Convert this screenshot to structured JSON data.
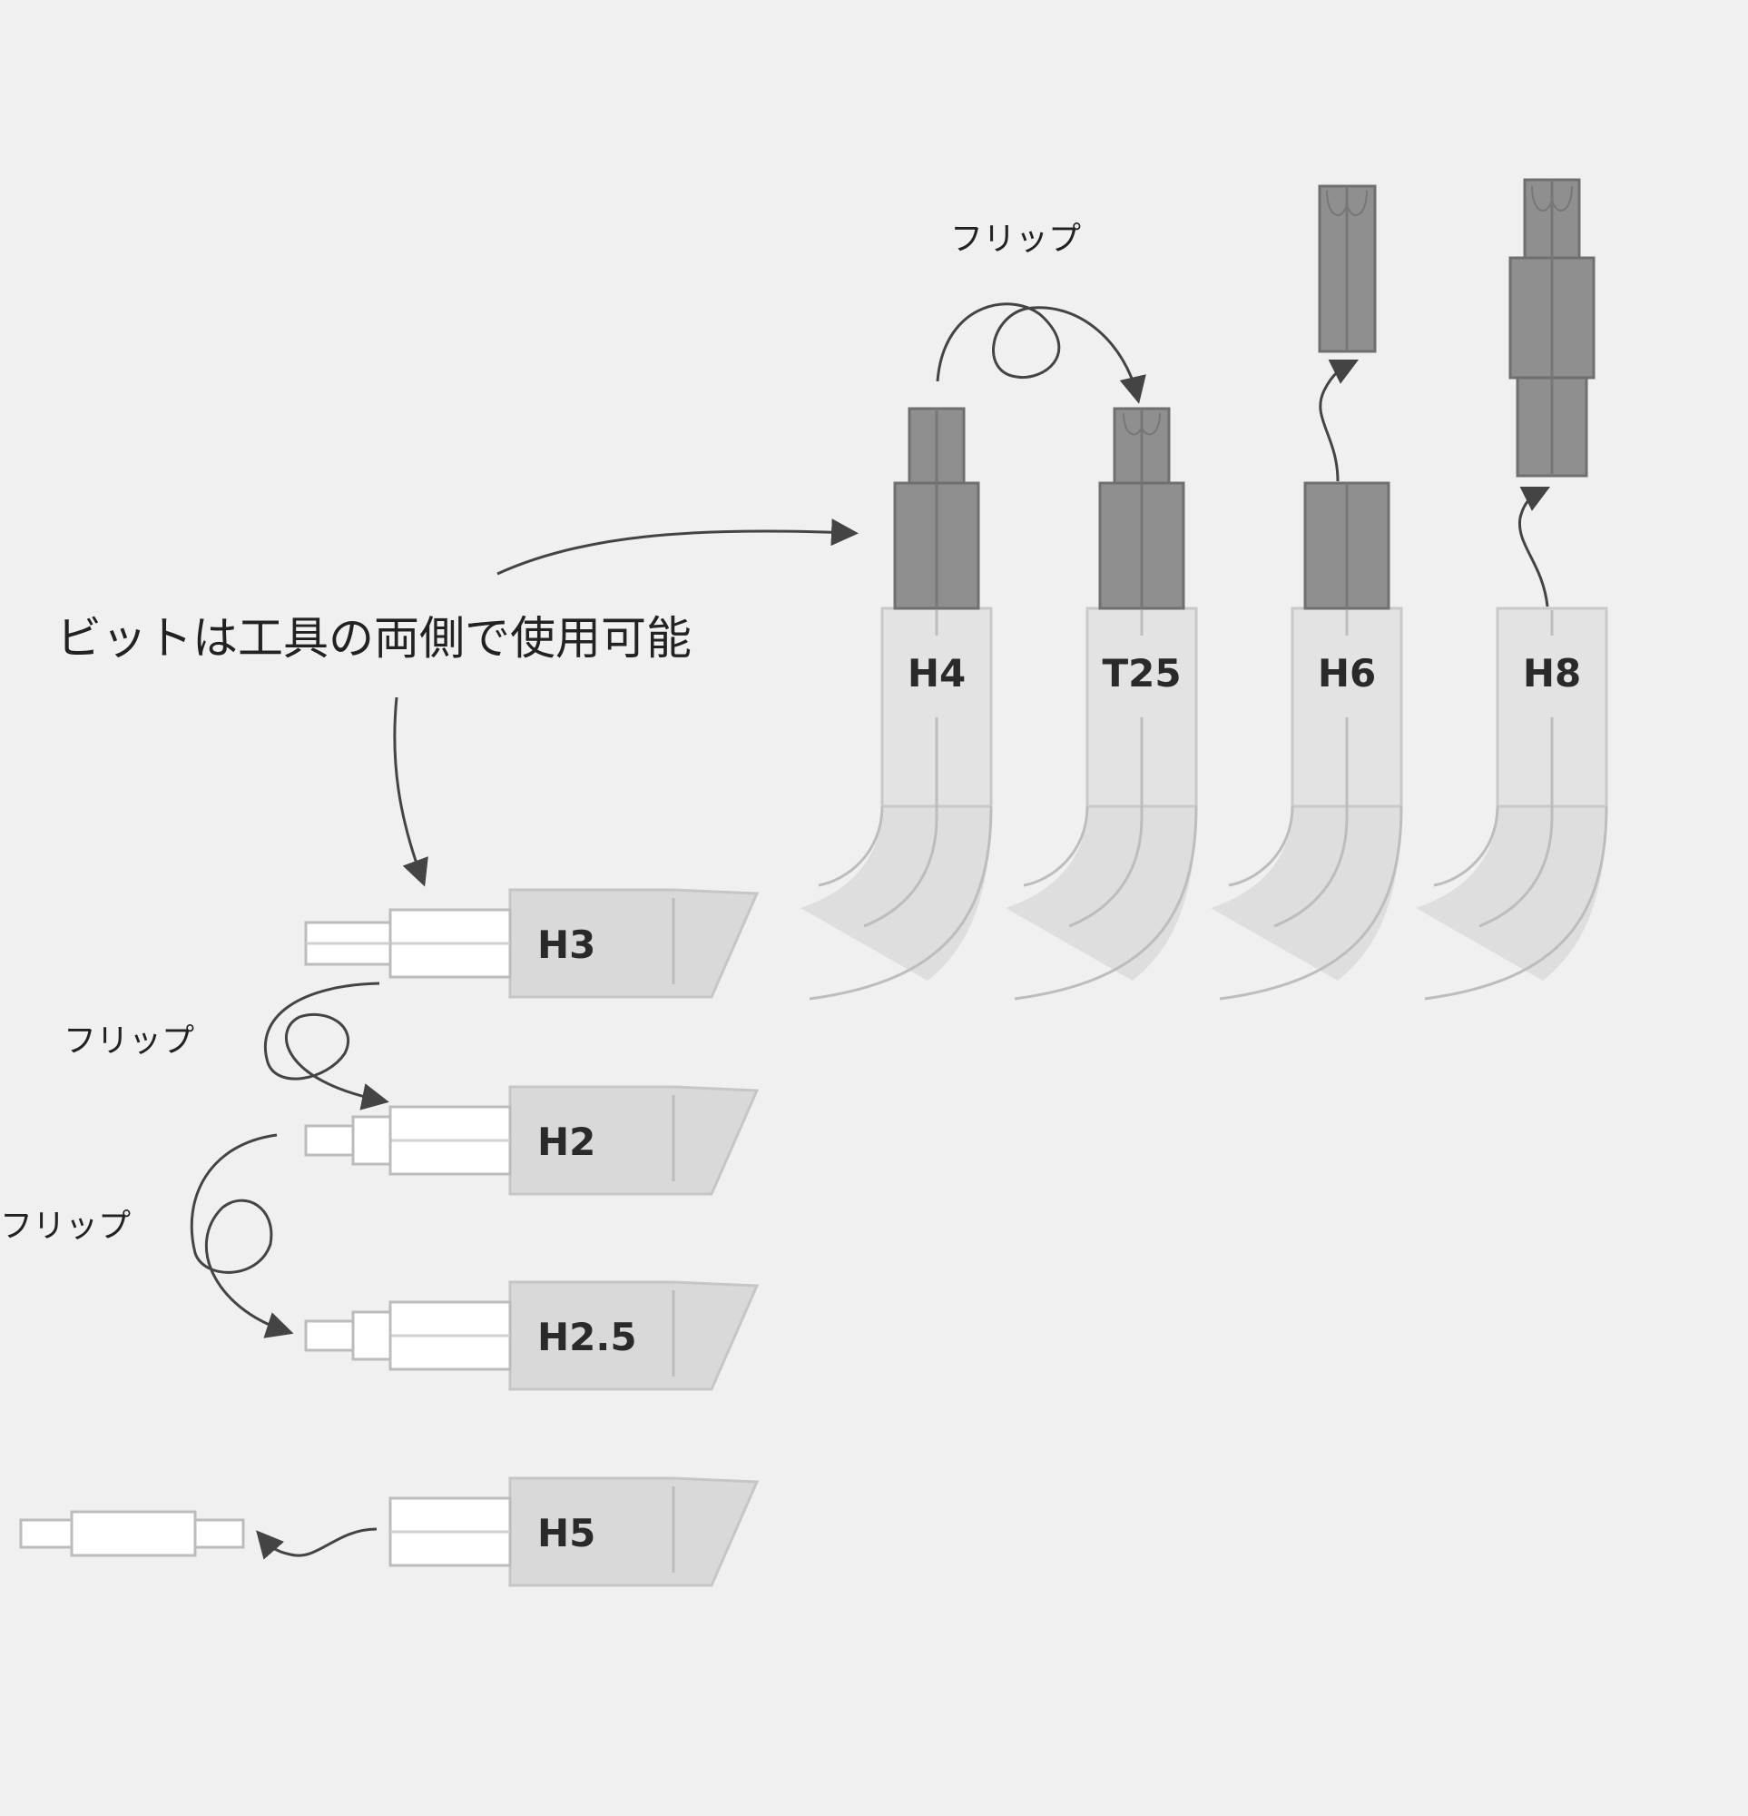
{
  "title": "ビットは工具の両側で使用可能",
  "flip_labels": [
    "フリップ",
    "フリップ",
    "フリップ"
  ],
  "vertical_tools": [
    {
      "label": "H4"
    },
    {
      "label": "T25"
    },
    {
      "label": "H6"
    },
    {
      "label": "H8"
    }
  ],
  "horizontal_tools": [
    {
      "label": "H3"
    },
    {
      "label": "H2"
    },
    {
      "label": "H2.5"
    },
    {
      "label": "H5"
    }
  ]
}
